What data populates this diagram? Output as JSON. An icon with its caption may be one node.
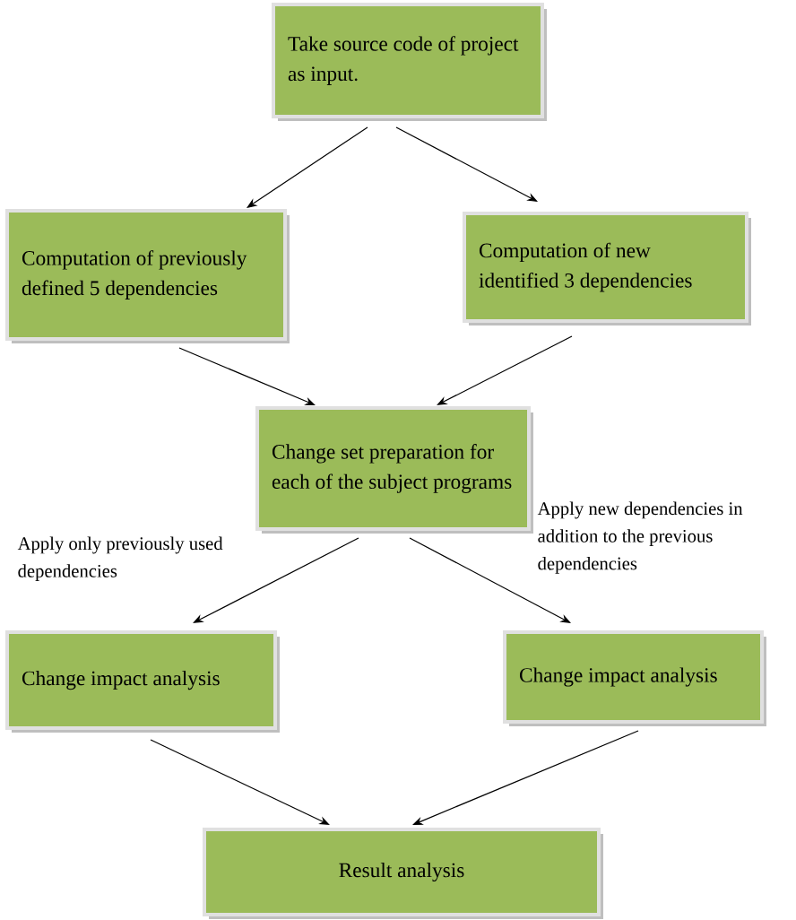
{
  "diagram": {
    "nodes": [
      {
        "text": [
          "Take source code of project as input."
        ]
      },
      {
        "text": [
          "Computation of previously defined 5 dependencies"
        ]
      },
      {
        "text": [
          "Computation of new identified 3 dependencies"
        ]
      },
      {
        "text": [
          "Change set preparation for each of the subject programs"
        ]
      },
      {
        "text": [
          "Change impact analysis"
        ]
      },
      {
        "text": [
          "Change impact analysis"
        ]
      },
      {
        "text": [
          "Result analysis"
        ]
      }
    ],
    "edges": [
      {
        "from": 0,
        "to": 1,
        "arrow": "to"
      },
      {
        "from": 0,
        "to": 2,
        "arrow": "to"
      },
      {
        "from": 1,
        "to": 3,
        "arrow": "to"
      },
      {
        "from": 2,
        "to": 3,
        "arrow": "to"
      },
      {
        "from": 3,
        "to": 4,
        "arrow": "to",
        "label": "Apply only previously used dependencies"
      },
      {
        "from": 3,
        "to": 5,
        "arrow": "to",
        "label": "Apply new dependencies in addition to the previous dependencies"
      },
      {
        "from": 4,
        "to": 6,
        "arrow": "to"
      },
      {
        "from": 5,
        "to": 6,
        "arrow": "to"
      }
    ]
  }
}
